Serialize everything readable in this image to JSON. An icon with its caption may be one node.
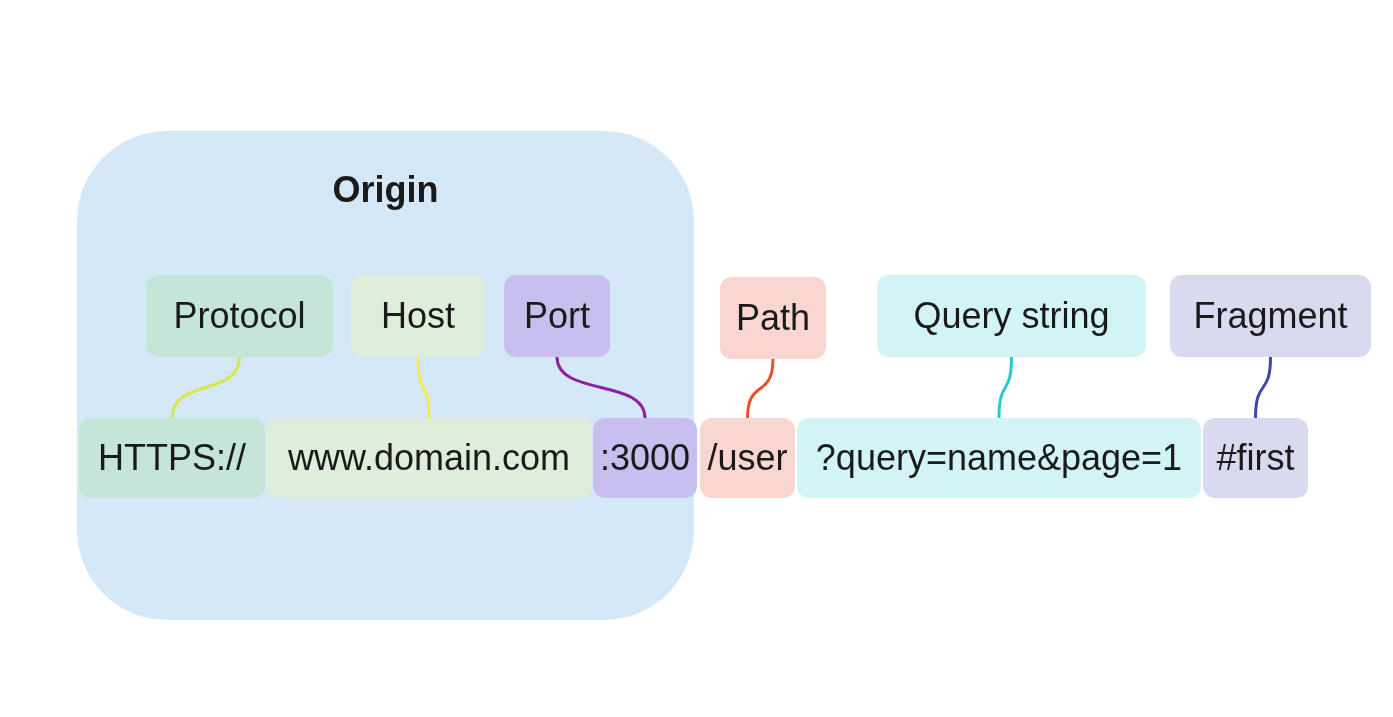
{
  "diagram": {
    "nodes": [
      {
        "text": [
          "Origin"
        ]
      },
      {
        "text": [
          "Protocol"
        ],
        "in": 0
      },
      {
        "text": [
          "Host"
        ],
        "in": 0
      },
      {
        "text": [
          "Port"
        ],
        "in": 0
      },
      {
        "text": [
          "Path"
        ]
      },
      {
        "text": [
          "Query string"
        ]
      },
      {
        "text": [
          "Fragment"
        ]
      },
      {
        "text": [
          "HTTPS://"
        ],
        "in": 0
      },
      {
        "text": [
          "www.domain.com"
        ],
        "in": 0
      },
      {
        "text": [
          ":3000"
        ],
        "in": 0
      },
      {
        "text": [
          "/user"
        ]
      },
      {
        "text": [
          "?query=name&page=1"
        ]
      },
      {
        "text": [
          "#first"
        ]
      }
    ],
    "edges": [
      {
        "from": 1,
        "to": 7,
        "arrow": "none",
        "color": "#d6e84a"
      },
      {
        "from": 2,
        "to": 8,
        "arrow": "none",
        "color": "#f0ef4a"
      },
      {
        "from": 3,
        "to": 9,
        "arrow": "none",
        "color": "#8e1fa3"
      },
      {
        "from": 4,
        "to": 10,
        "arrow": "none",
        "color": "#e8502a"
      },
      {
        "from": 5,
        "to": 11,
        "arrow": "none",
        "color": "#2ec6d4"
      },
      {
        "from": 6,
        "to": 12,
        "arrow": "none",
        "color": "#3c4aa6"
      }
    ]
  }
}
